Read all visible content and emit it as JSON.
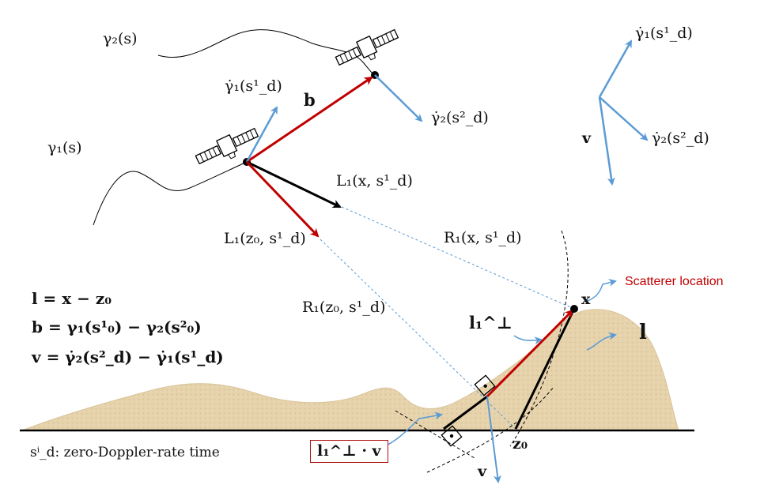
{
  "labels": {
    "gamma2": "γ₂(s)",
    "gamma1": "γ₁(s)",
    "gamma1dot_left": "γ̇₁(s¹_d)",
    "b": "b",
    "gamma2dot_left": "γ̇₂(s²_d)",
    "L1x": "L₁(x, s¹_d)",
    "L1z0": "L₁(z₀, s¹_d)",
    "R1x": "R₁(x, s¹_d)",
    "R1z0": "R₁(z₀, s¹_d)",
    "gamma1dot_right": "γ̇₁(s¹_d)",
    "v_right": "v",
    "gamma2dot_right": "γ̇₂(s²_d)",
    "scatterer": "Scatterer location",
    "x": "x",
    "l_perp": "l₁^⊥",
    "l": "l",
    "z0": "z₀",
    "v_bottom": "v",
    "l_perp_dot_v": "l₁^⊥ · v"
  },
  "equations": {
    "l_def": "l = x − z₀",
    "b_def": "b = γ₁(s¹₀) − γ₂(s²₀)",
    "v_def": "v = γ̇₂(s²_d) − γ̇₁(s¹_d)"
  },
  "footnote": "sⁱ_d: zero-Doppler-rate time",
  "colors": {
    "red": "#c00000",
    "blue": "#5b9bd5",
    "terrain": "#e6d3ac",
    "black": "#000000"
  },
  "icons": [
    "satellite-icon",
    "satellite-icon"
  ]
}
